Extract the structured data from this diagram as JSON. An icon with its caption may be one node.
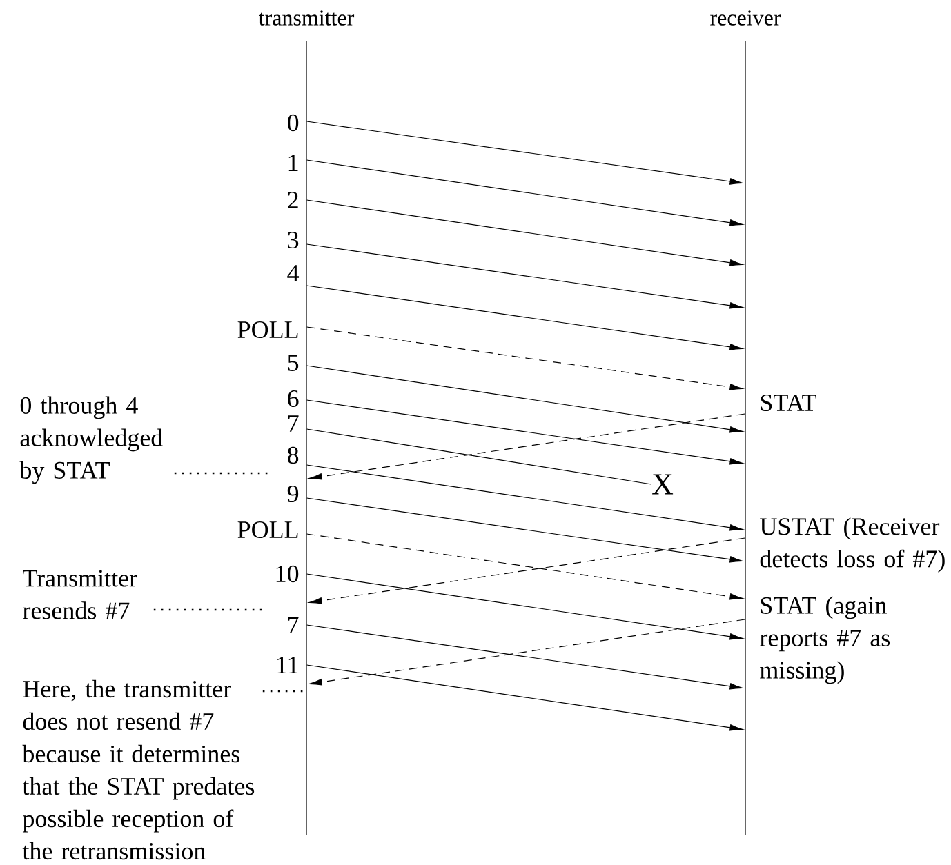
{
  "diagram": {
    "nodes": [
      {
        "text": [],
        "shape": "bar"
      },
      {
        "text": [],
        "shape": "bar"
      },
      {
        "text": [
          "X"
        ]
      },
      {
        "text": [
          "0 through 4 acknowledged by STAT"
        ]
      },
      {
        "text": [
          "Transmitter resends #7"
        ]
      },
      {
        "text": [
          "Here, the transmitter does not resend #7 because it determines that the STAT predates possible reception of the retransmission"
        ]
      }
    ],
    "edges": [
      {
        "from": 0,
        "to": 1,
        "arrow": "to",
        "label": "0"
      },
      {
        "from": 0,
        "to": 1,
        "arrow": "to",
        "label": "1"
      },
      {
        "from": 0,
        "to": 1,
        "arrow": "to",
        "label": "2"
      },
      {
        "from": 0,
        "to": 1,
        "arrow": "to",
        "label": "3"
      },
      {
        "from": 0,
        "to": 1,
        "arrow": "to",
        "label": "4"
      },
      {
        "from": 0,
        "to": 1,
        "arrow": "to",
        "label": "POLL",
        "style": "dashed"
      },
      {
        "from": 0,
        "to": 1,
        "arrow": "to",
        "label": "5"
      },
      {
        "from": 0,
        "to": 1,
        "arrow": "to",
        "label": "6"
      },
      {
        "from": 0,
        "to": 2,
        "arrow": "none",
        "label": "7"
      },
      {
        "from": 0,
        "to": 1,
        "arrow": "to",
        "label": "8"
      },
      {
        "from": 0,
        "to": 1,
        "arrow": "to",
        "label": "9"
      },
      {
        "from": 0,
        "to": 1,
        "arrow": "to",
        "label": "POLL",
        "style": "dashed"
      },
      {
        "from": 0,
        "to": 1,
        "arrow": "to",
        "label": "10"
      },
      {
        "from": 0,
        "to": 1,
        "arrow": "to",
        "label": "7"
      },
      {
        "from": 0,
        "to": 1,
        "arrow": "to",
        "label": "11"
      },
      {
        "from": 1,
        "to": 0,
        "arrow": "to",
        "label": "STAT",
        "style": "dashed"
      },
      {
        "from": 1,
        "to": 0,
        "arrow": "to",
        "label": "USTAT (Receiver detects loss of #7)",
        "style": "dashed"
      },
      {
        "from": 1,
        "to": 0,
        "arrow": "to",
        "label": "STAT (again reports #7 as missing)",
        "style": "dashed"
      },
      {
        "from": 3,
        "to": null,
        "arrow": "none",
        "style": "dashed"
      },
      {
        "from": 4,
        "to": null,
        "arrow": "none",
        "style": "dashed"
      },
      {
        "from": 5,
        "to": 0,
        "arrow": "none",
        "style": "dashed"
      }
    ],
    "labels": [
      "transmitter",
      "receiver"
    ]
  }
}
